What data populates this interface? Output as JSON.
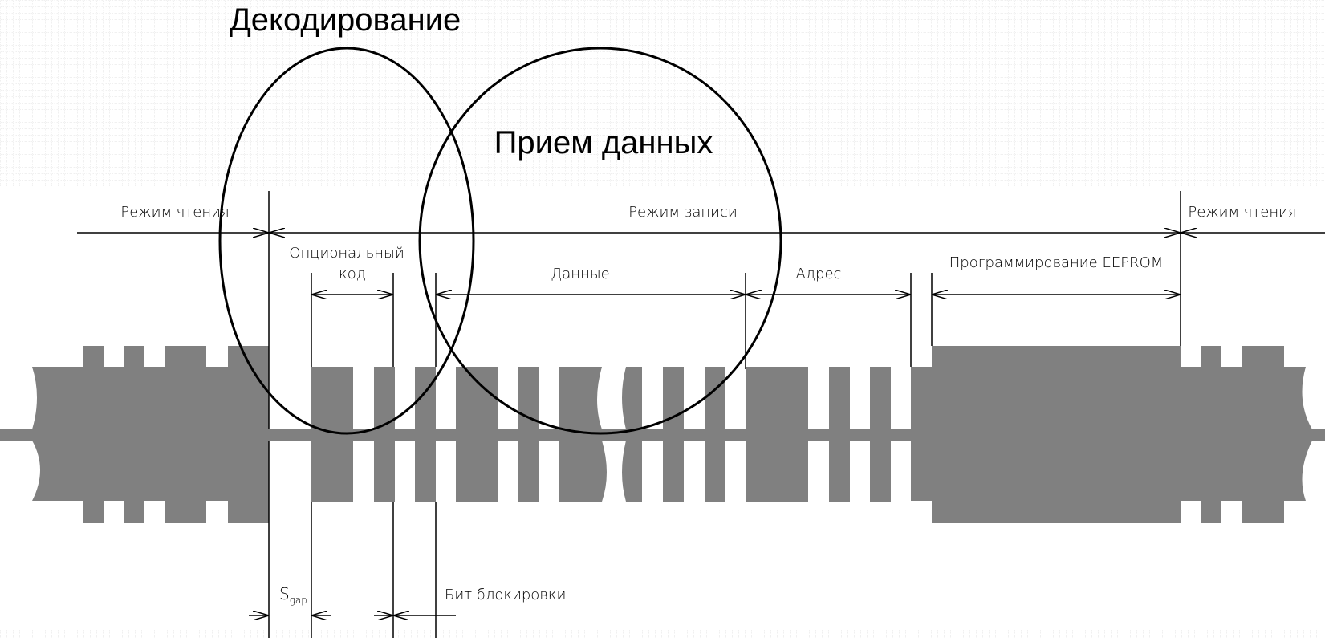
{
  "title_decoding": "Декодирование",
  "title_receive": "Прием данных",
  "labels": {
    "read_mode_left": "Режим чтения",
    "write_mode": "Режим записи",
    "read_mode_right": "Режим чтения",
    "optional_code_line1": "Опциональный",
    "optional_code_line2": "код",
    "data": "Данные",
    "address": "Адрес",
    "eeprom": "Программирование EEPROM",
    "sgap_main": "S",
    "sgap_sub": "gap",
    "lock_bit": "Бит блокировки"
  },
  "colors": {
    "signal_fill": "#808080",
    "line": "#000000",
    "grid": "#d6d6d6"
  }
}
